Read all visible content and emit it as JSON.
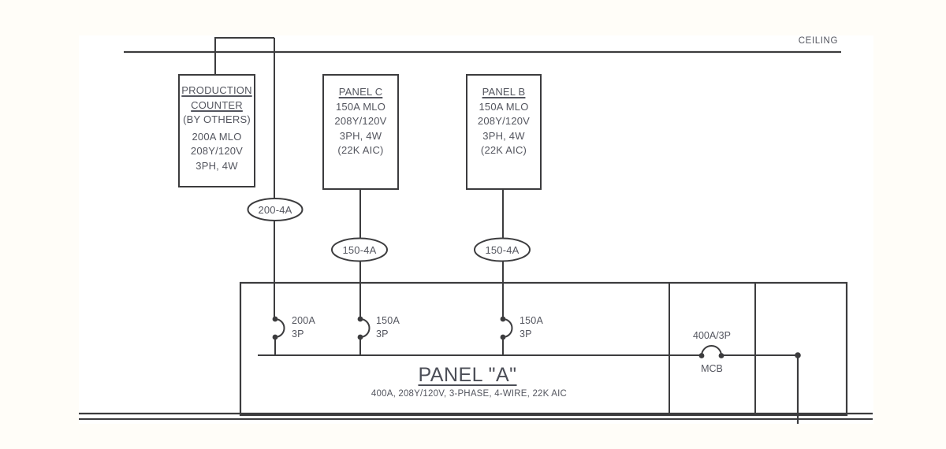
{
  "diagram": {
    "ceiling_label": "CEILING",
    "equipment_boxes": [
      {
        "title_lines": [
          "PRODUCTION",
          "COUNTER"
        ],
        "detail_lines": [
          "(BY OTHERS)",
          "200A MLO",
          "208Y/120V",
          "3PH, 4W"
        ]
      },
      {
        "title_lines": [
          "PANEL C"
        ],
        "detail_lines": [
          "150A MLO",
          "208Y/120V",
          "3PH, 4W",
          "(22K AIC)"
        ]
      },
      {
        "title_lines": [
          "PANEL B"
        ],
        "detail_lines": [
          "150A MLO",
          "208Y/120V",
          "3PH, 4W",
          "(22K AIC)"
        ]
      }
    ],
    "feeder_tags": [
      "200-4A",
      "150-4A",
      "150-4A"
    ],
    "branch_breakers": [
      {
        "amps": "200A",
        "poles": "3P"
      },
      {
        "amps": "150A",
        "poles": "3P"
      },
      {
        "amps": "150A",
        "poles": "3P"
      }
    ],
    "main_breaker": {
      "rating": "400A/3P",
      "label": "MCB"
    },
    "panel_a": {
      "title": "PANEL \"A\"",
      "subtitle": "400A, 208Y/120V, 3-PHASE, 4-WIRE, 22K AIC"
    },
    "colors": {
      "line": "#3c3c3e",
      "text": "#54565f",
      "paper": "#ffffff",
      "margin": "#fffdf8"
    }
  }
}
